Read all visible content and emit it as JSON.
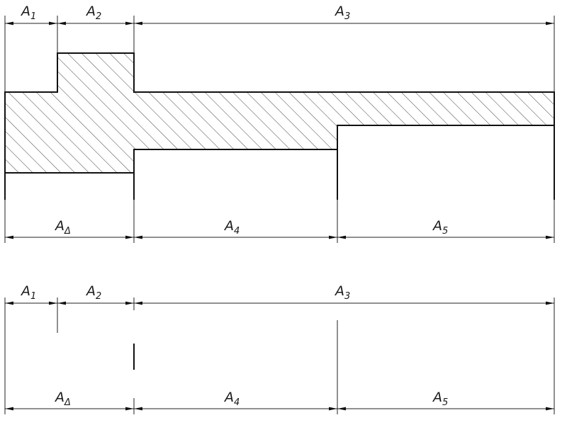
{
  "diagram": {
    "upper": {
      "top_dimensions": [
        {
          "letter": "A",
          "index": "1"
        },
        {
          "letter": "A",
          "index": "2"
        },
        {
          "letter": "A",
          "index": "3"
        }
      ],
      "bottom_dimensions": [
        {
          "letter": "A",
          "index": "Δ"
        },
        {
          "letter": "A",
          "index": "4"
        },
        {
          "letter": "A",
          "index": "5"
        }
      ]
    },
    "lower": {
      "top_dimensions": [
        {
          "letter": "A",
          "index": "1"
        },
        {
          "letter": "A",
          "index": "2"
        },
        {
          "letter": "A",
          "index": "3"
        }
      ],
      "bottom_dimensions": [
        {
          "letter": "A",
          "index": "Δ"
        },
        {
          "letter": "A",
          "index": "4"
        },
        {
          "letter": "A",
          "index": "5"
        }
      ]
    },
    "colors": {
      "line": "#111111",
      "hatch": "#444444",
      "background": "#ffffff"
    }
  }
}
